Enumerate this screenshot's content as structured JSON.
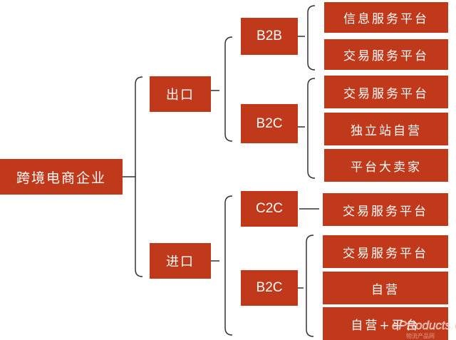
{
  "root": {
    "label": "跨境电商企业"
  },
  "export": {
    "label": "出口",
    "b2b": {
      "label": "B2B",
      "leaves": [
        "信息服务平台",
        "交易服务平台"
      ]
    },
    "b2c": {
      "label": "B2C",
      "leaves": [
        "交易服务平台",
        "独立站自营",
        "平台大卖家"
      ]
    }
  },
  "import": {
    "label": "进口",
    "c2c": {
      "label": "C2C",
      "leaves": [
        "交易服务平台"
      ]
    },
    "b2c": {
      "label": "B2C",
      "leaves": [
        "交易服务平台",
        "自营",
        "自营+平台"
      ]
    }
  },
  "watermark": {
    "text": "ePRoducts.com",
    "subtext": "物流产品网"
  },
  "colors": {
    "box": "#c0391b",
    "text": "#ffffff",
    "line": "#333333"
  }
}
